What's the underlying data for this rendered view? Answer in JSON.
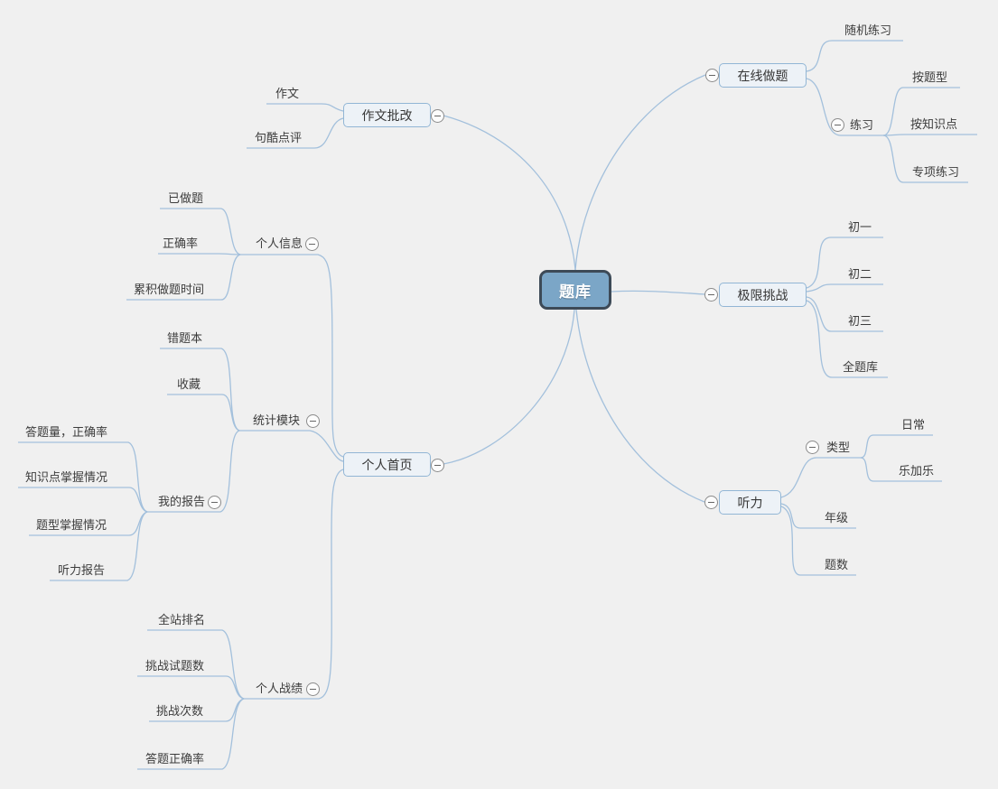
{
  "app": {
    "view": "mindmap-canvas"
  },
  "colors": {
    "background": "#f0f0f0",
    "connector_line": "#a3c0dc",
    "root_fill": "#7ba6c7",
    "root_border": "#3d4a57",
    "root_text": "#ffffff",
    "topic_fill": "#edf2f7",
    "topic_border": "#92b6d5",
    "label_text": "#3c3c3c",
    "collapse_icon_border": "#8b8b8b"
  },
  "icons": {
    "collapse_glyph": "minus-in-circle"
  },
  "map": {
    "root": {
      "label": "题库"
    },
    "right": [
      {
        "label": "在线做题",
        "children": [
          {
            "label": "随机练习"
          },
          {
            "label": "练习",
            "children": [
              {
                "label": "按题型"
              },
              {
                "label": "按知识点"
              },
              {
                "label": "专项练习"
              }
            ]
          }
        ]
      },
      {
        "label": "极限挑战",
        "children": [
          {
            "label": "初一"
          },
          {
            "label": "初二"
          },
          {
            "label": "初三"
          },
          {
            "label": "全题库"
          }
        ]
      },
      {
        "label": "听力",
        "children": [
          {
            "label": "类型",
            "children": [
              {
                "label": "日常"
              },
              {
                "label": "乐加乐"
              }
            ]
          },
          {
            "label": "年级"
          },
          {
            "label": "题数"
          }
        ]
      }
    ],
    "left": [
      {
        "label": "作文批改",
        "children": [
          {
            "label": "作文"
          },
          {
            "label": "句酷点评"
          }
        ]
      },
      {
        "label": "个人首页",
        "children": [
          {
            "label": "个人信息",
            "children": [
              {
                "label": "已做题"
              },
              {
                "label": "正确率"
              },
              {
                "label": "累积做题时间"
              }
            ]
          },
          {
            "label": "统计模块",
            "children": [
              {
                "label": "错题本"
              },
              {
                "label": "收藏"
              },
              {
                "label": "我的报告",
                "children": [
                  {
                    "label": "答题量，正确率"
                  },
                  {
                    "label": "知识点掌握情况"
                  },
                  {
                    "label": "题型掌握情况"
                  },
                  {
                    "label": "听力报告"
                  }
                ]
              }
            ]
          },
          {
            "label": "个人战绩",
            "children": [
              {
                "label": "全站排名"
              },
              {
                "label": "挑战试题数"
              },
              {
                "label": "挑战次数"
              },
              {
                "label": "答题正确率"
              }
            ]
          }
        ]
      }
    ]
  }
}
